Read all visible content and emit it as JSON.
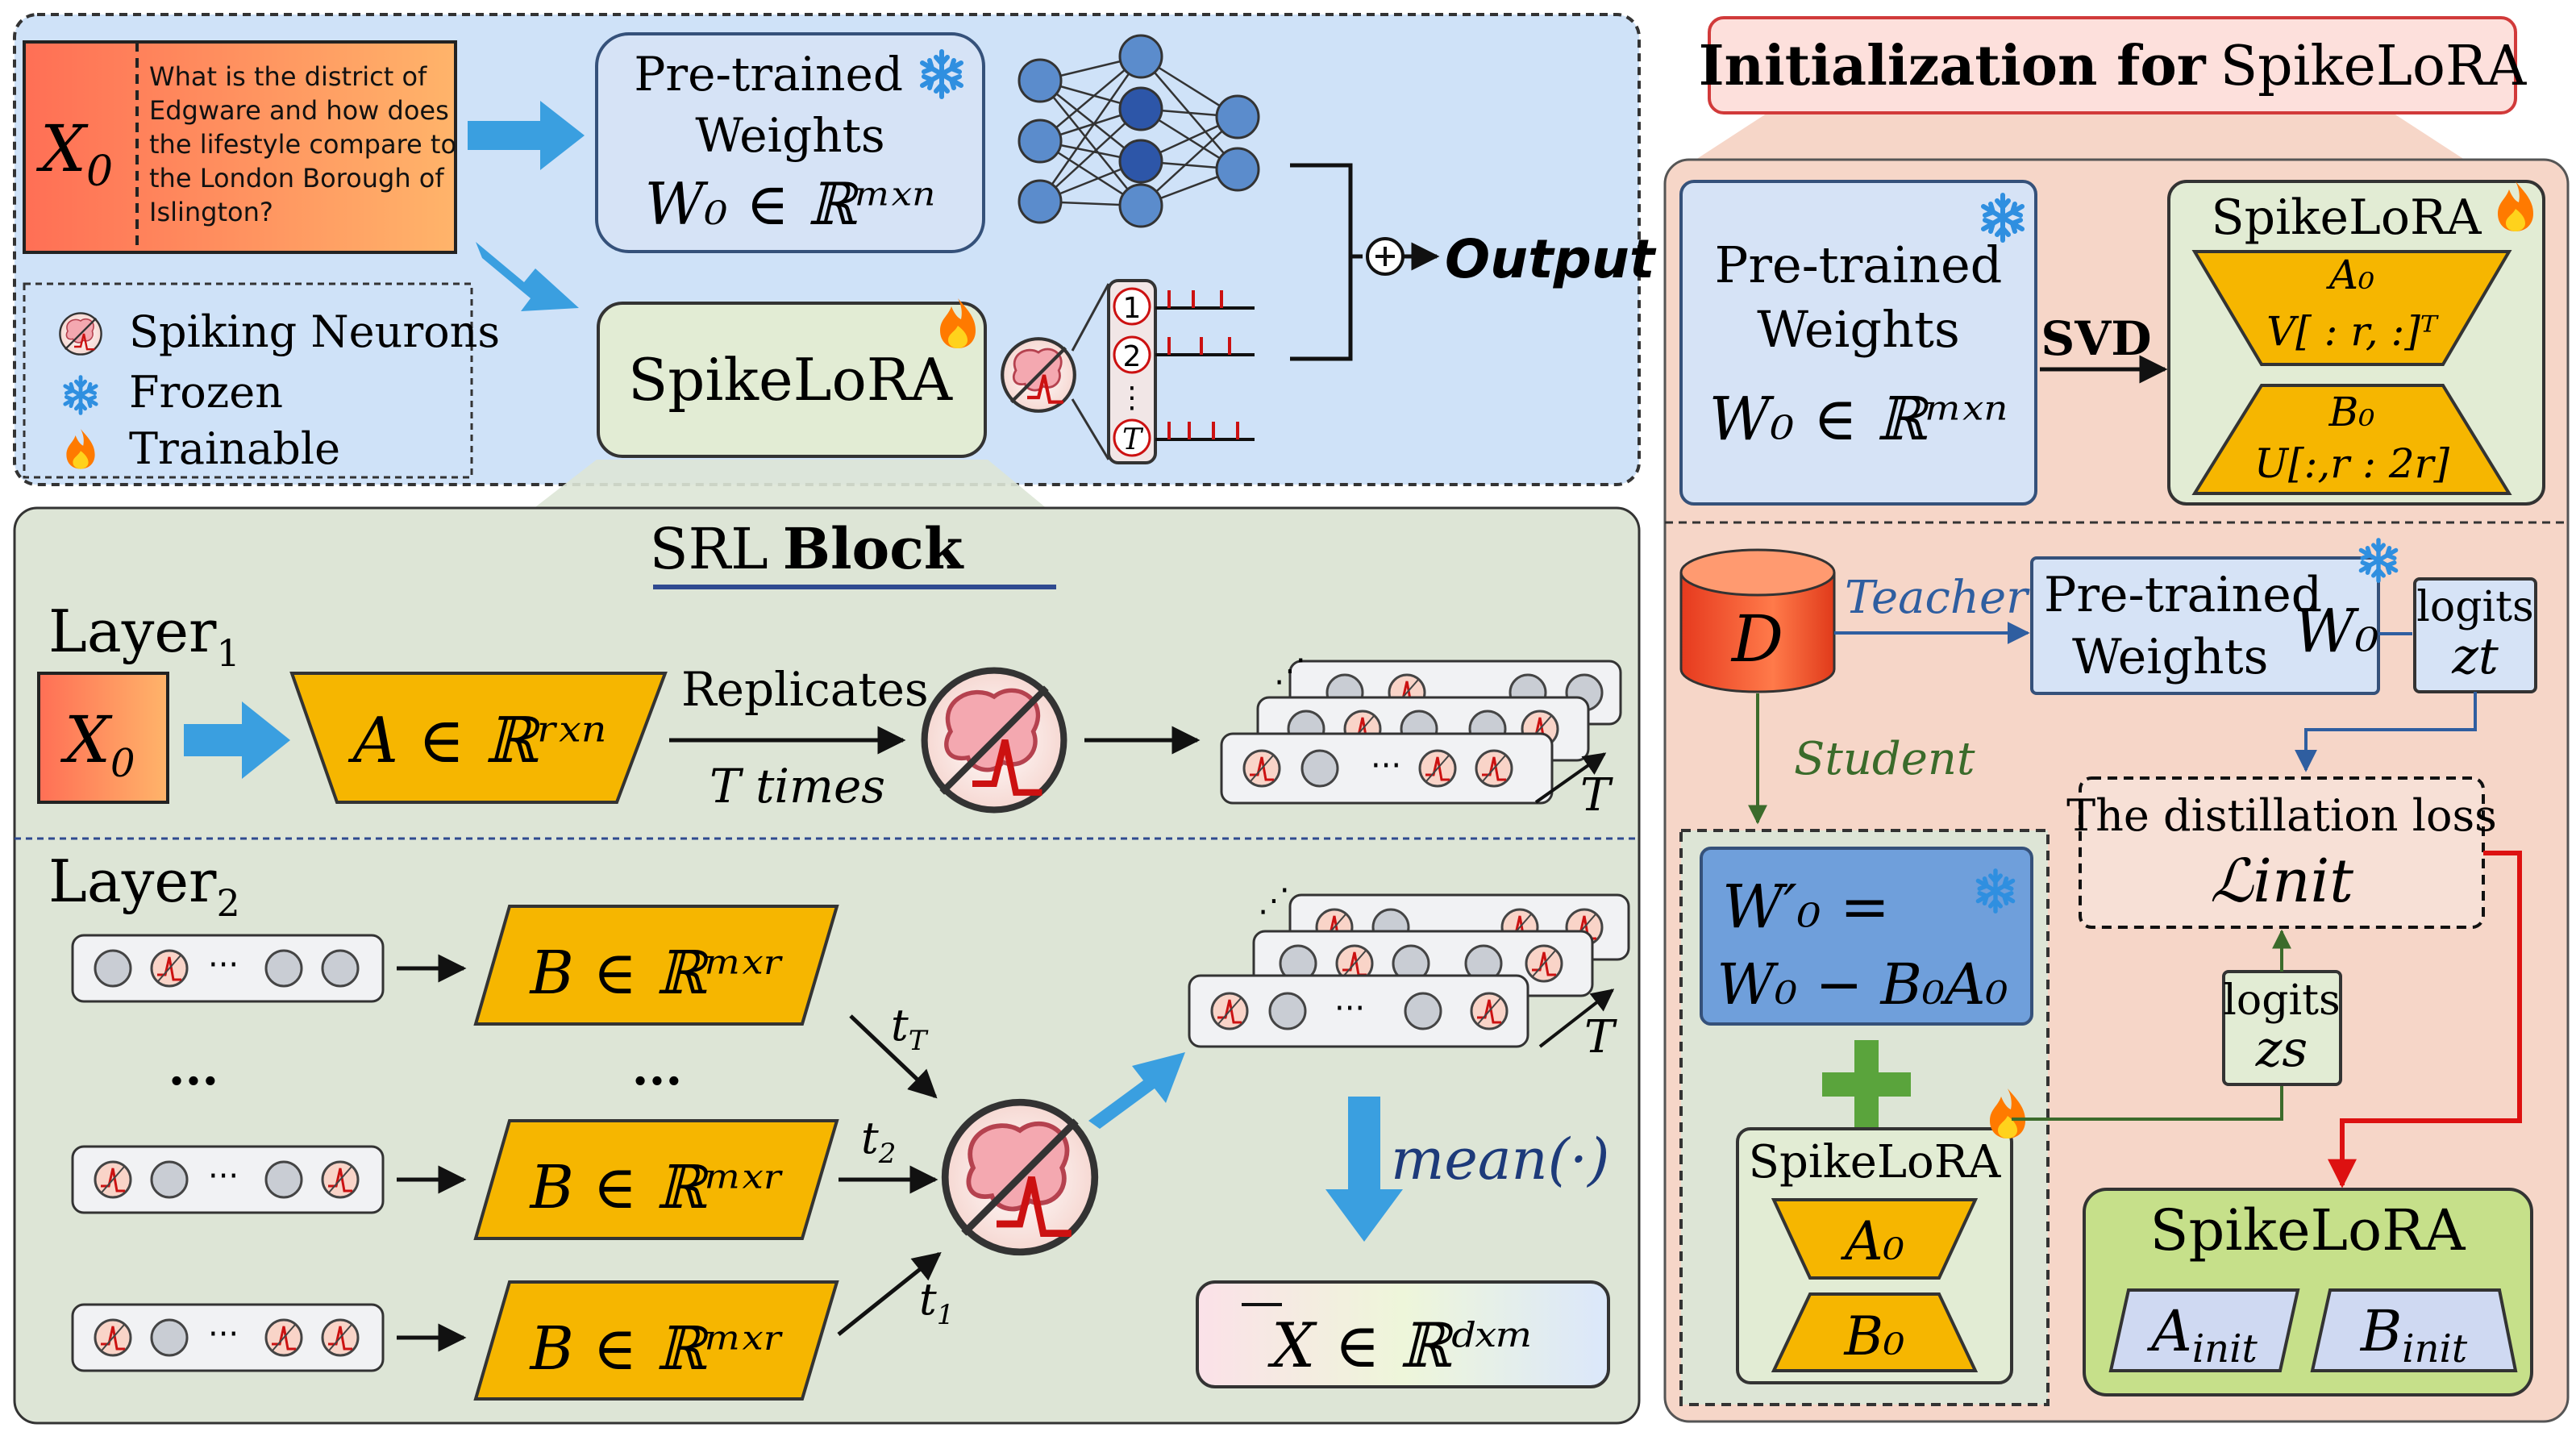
{
  "colors": {
    "top_panel": "#cfe2f8",
    "srl_panel": "#dde5d6",
    "init_panel": "#f6d6c8",
    "trap": "#f6b600",
    "pretrained_box": "#d6e3f6",
    "spikelora_box": "#e2ecd4",
    "blue_arrow": "#3a9fe0",
    "red_line": "#dd1111",
    "green_line": "#3b6b2b",
    "teacher_line": "#2f5ea0"
  },
  "top": {
    "x0": "X",
    "x0_sub": "0",
    "question": [
      "What is the district of",
      "Edgware and how does",
      "the lifestyle compare to",
      "the London Borough of",
      "Islington?"
    ],
    "pretrained_line1": "Pre-trained",
    "pretrained_line2": "Weights",
    "w0_formula": "W₀ ∈ ℝᵐˣⁿ",
    "spikelora": "SpikeLoRA",
    "plus": "⊕",
    "output": "Output",
    "timesteps": [
      "1",
      "2",
      "T"
    ],
    "legend": {
      "spiking": "Spiking Neurons",
      "frozen": "Frozen",
      "trainable": "Trainable"
    }
  },
  "srl": {
    "title_normal": "SRL",
    "title_bold": "Block",
    "layer1": "Layer",
    "layer1_sub": "1",
    "layer2": "Layer",
    "layer2_sub": "2",
    "x0": "X",
    "x0_sub": "0",
    "a_formula": "A ∈ ℝʳˣⁿ",
    "replicates": "Replicates",
    "t_times": "T times",
    "t_label": "T",
    "b_formula": "B ∈ ℝᵐˣʳ",
    "dots": "...",
    "t_T": "tT",
    "t_2": "t2",
    "t_1": "t1",
    "mean": "mean(·)",
    "xbar": "X ∈ ℝᵈˣᵐ"
  },
  "init": {
    "title_bold": "Initialization for",
    "title_normal": "SpikeLoRA",
    "pretrained_line1": "Pre-trained",
    "pretrained_line2": "Weights",
    "w0_formula": "W₀ ∈ ℝᵐˣⁿ",
    "svd": "SVD",
    "spikelora": "SpikeLoRA",
    "a0": "A₀",
    "v_formula": "V[ : r, :]ᵀ",
    "b0": "B₀",
    "u_formula": "U[:,r : 2r]",
    "d_label": "D",
    "teacher": "Teacher",
    "student": "Student",
    "w0_short": "W₀",
    "logits": "logits",
    "zt": "zt",
    "zs": "zs",
    "distill_line1": "The distillation loss",
    "distill_line2": "ℒinit",
    "w0prime_line1": "W′₀ =",
    "w0prime_line2": "W₀ − B₀A₀",
    "plus": "+",
    "final_spikelora": "SpikeLoRA",
    "a_init": "Ainit",
    "b_init": "Binit"
  }
}
